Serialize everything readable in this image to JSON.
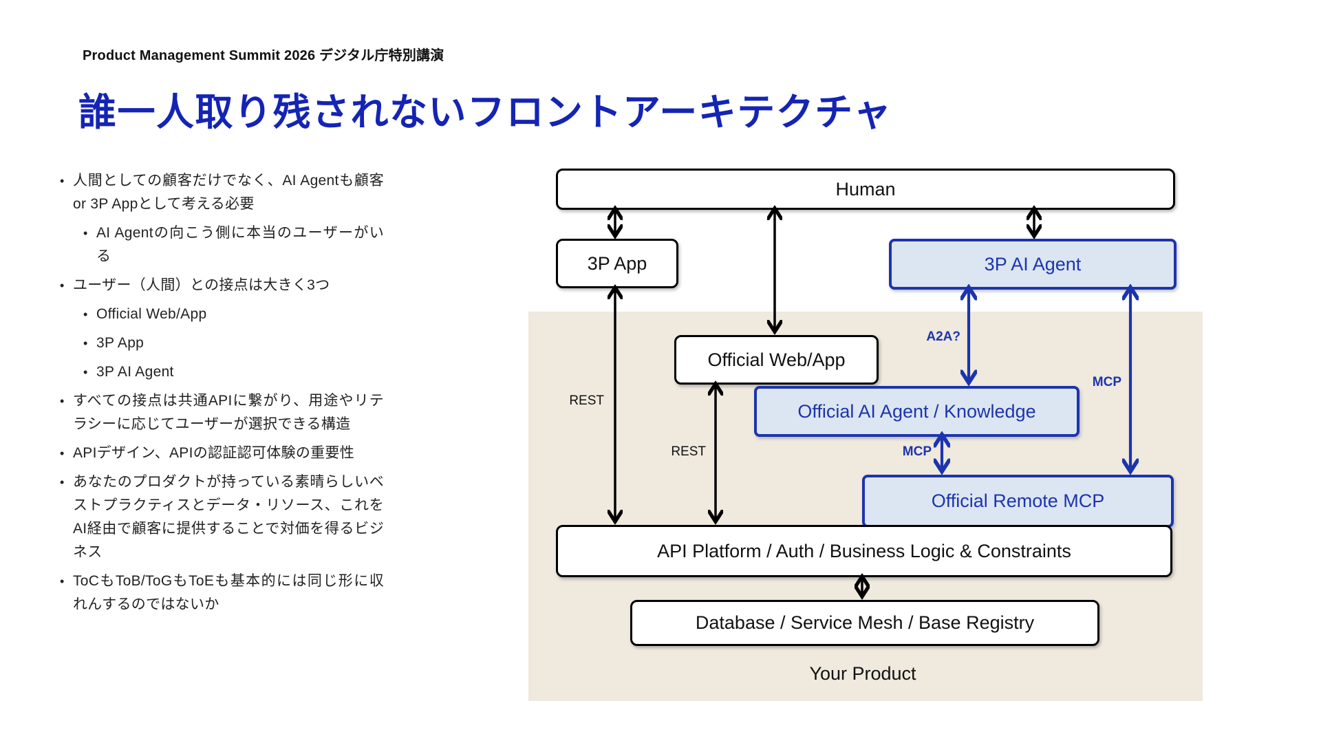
{
  "slide": {
    "eyebrow": "Product Management Summit 2026 デジタル庁特別講演",
    "title": "誰一人取り残されないフロントアーキテクチャ"
  },
  "bullets": [
    {
      "level": 1,
      "text": "人間としての顧客だけでなく、AI Agentも顧客 or 3P Appとして考える必要"
    },
    {
      "level": 2,
      "text": "AI Agentの向こう側に本当のユーザーがいる"
    },
    {
      "level": 1,
      "text": "ユーザー（人間）との接点は大きく3つ"
    },
    {
      "level": 2,
      "text": "Official Web/App"
    },
    {
      "level": 2,
      "text": "3P App"
    },
    {
      "level": 2,
      "text": "3P AI Agent"
    },
    {
      "level": 1,
      "text": "すべての接点は共通APIに繋がり、用途やリテラシーに応じてユーザーが選択できる構造"
    },
    {
      "level": 1,
      "text": "APIデザイン、APIの認証認可体験の重要性"
    },
    {
      "level": 1,
      "text": "あなたのプロダクトが持っている素晴らしいベストプラクティスとデータ・リソース、これをAI経由で顧客に提供することで対価を得るビジネス"
    },
    {
      "level": 1,
      "text": "ToCもToB/ToGもToEも基本的には同じ形に収れんするのではないか"
    }
  ],
  "diagram": {
    "boxes": {
      "human": {
        "label": "Human"
      },
      "p3_app": {
        "label": "3P App"
      },
      "p3_ai_agent": {
        "label": "3P AI Agent"
      },
      "official_web": {
        "label": "Official Web/App"
      },
      "official_ai": {
        "label": "Official AI Agent / Knowledge"
      },
      "official_mcp": {
        "label": "Official Remote MCP"
      },
      "api_platform": {
        "label": "API Platform / Auth / Business Logic & Constraints"
      },
      "database": {
        "label": "Database / Service Mesh / Base Registry"
      }
    },
    "edge_labels": {
      "rest_3p_app": "REST",
      "rest_official_web": "REST",
      "a2a": "A2A?",
      "mcp_right": "MCP",
      "mcp_mid": "MCP"
    },
    "your_product": "Your Product",
    "colors": {
      "accent_blue": "#1c34ad",
      "title_blue": "#1424b4",
      "blue_box_fill": "#dce6f2",
      "panel_beige": "#efe9de",
      "black": "#000000"
    }
  }
}
